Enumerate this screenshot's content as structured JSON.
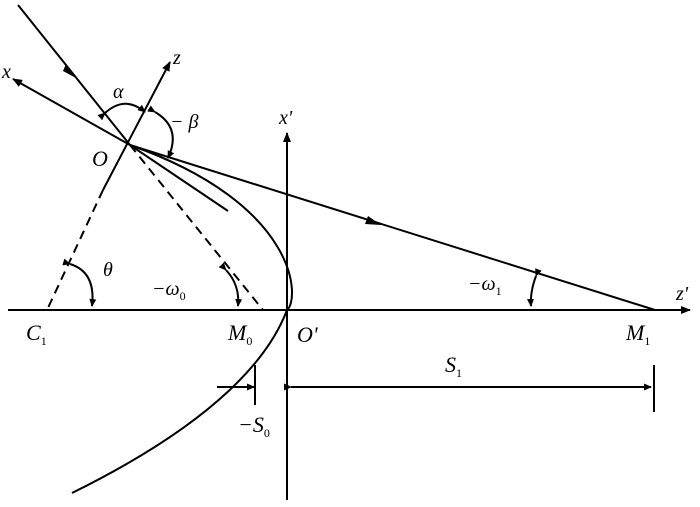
{
  "colors": {
    "ink": "#000000",
    "background": "#ffffff"
  },
  "labels": {
    "x_axis": "x",
    "z_axis": "z",
    "xprime_axis": "x'",
    "zprime_axis": "z'",
    "origin": "O",
    "origin_prime": "O'",
    "alpha": "α",
    "beta": "− β",
    "theta": "θ",
    "omega0_main": "−ω",
    "omega0_sub": "0",
    "omega1_main": "−ω",
    "omega1_sub": "1",
    "C1_main": "C",
    "C1_sub": "1",
    "M0_main": "M",
    "M0_sub": "0",
    "M1_main": "M",
    "M1_sub": "1",
    "S1_main": "S",
    "S1_sub": "1",
    "S0_main": "−S",
    "S0_sub": "0"
  }
}
